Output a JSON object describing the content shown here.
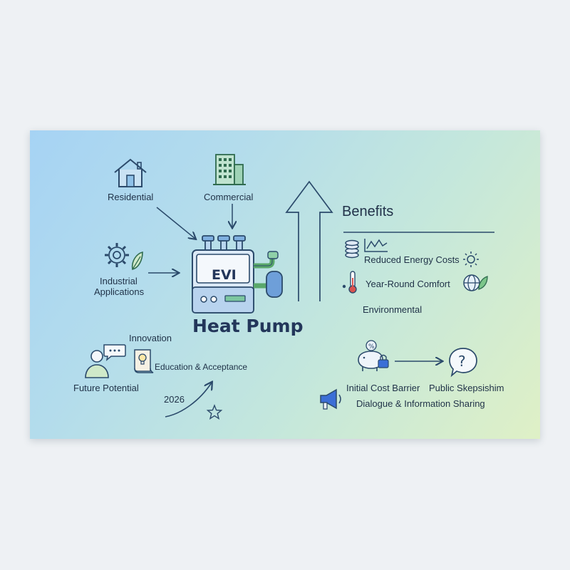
{
  "diagram": {
    "center": {
      "device_label": "EVI",
      "title": "Heat Pump"
    },
    "applications": {
      "residential": "Residential",
      "commercial": "Commercial",
      "industrial_line1": "Industrial",
      "industrial_line2": "Applications"
    },
    "benefits": {
      "title": "Benefits",
      "items": [
        "Reduced Energy Costs",
        "Year-Round Comfort",
        "Environmental"
      ]
    },
    "future": {
      "innovation": "Innovation",
      "education": "Education & Acceptance",
      "potential": "Future Potential",
      "year": "2026"
    },
    "challenges": {
      "cost_barrier": "Initial Cost Barrier",
      "skepticism": "Public Skepsishim",
      "dialogue": "Dialogue & Information Sharing"
    }
  },
  "icons": [
    "house-icon",
    "building-icon",
    "gear-leaf-icon",
    "heat-pump-unit-icon",
    "coins-icon",
    "chart-icon",
    "sun-icon",
    "thermometer-icon",
    "globe-leaf-icon",
    "person-chat-icon",
    "lightbulb-scroll-icon",
    "star-arrow-icon",
    "piggy-bank-icon",
    "question-bubble-icon",
    "megaphone-icon"
  ],
  "colors": {
    "stroke": "#2b4a6b",
    "accent_blue": "#3b6fd6",
    "accent_green": "#5aa86b",
    "card_start": "#a6d3f4",
    "card_end": "#dff0c6"
  }
}
